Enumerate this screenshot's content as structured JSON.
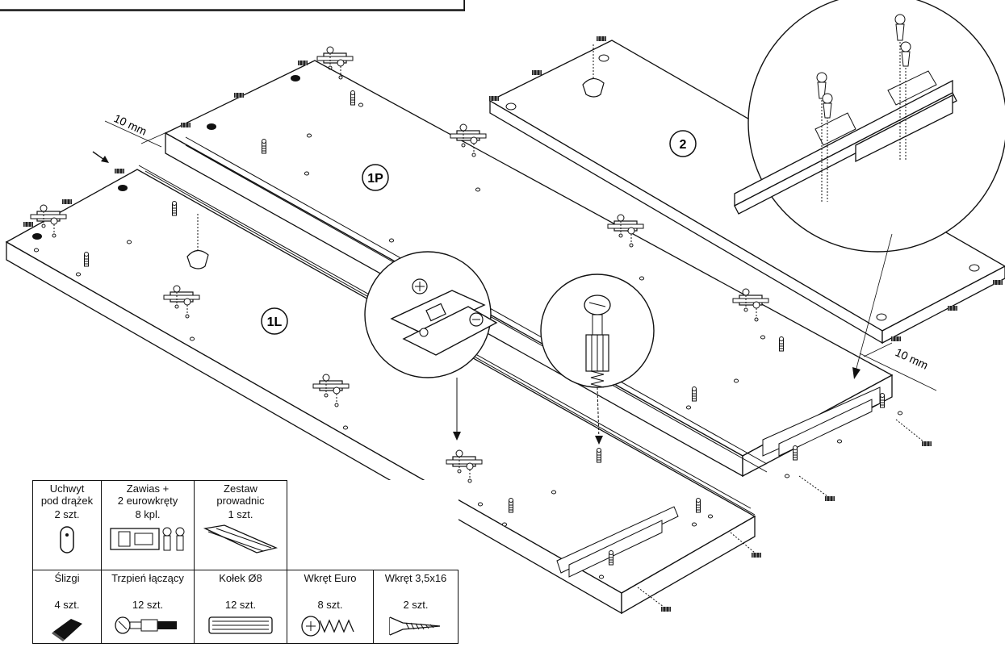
{
  "panels": {
    "left": "1L",
    "right": "1P",
    "back": "2"
  },
  "dimensions": {
    "offset_left": "10 mm",
    "offset_right": "10 mm"
  },
  "parts": [
    {
      "name": "Uchwyt\npod drążek",
      "qty": "2 szt.",
      "icon": "rod-holder-icon"
    },
    {
      "name": "Zawias +\n2 eurowkręty",
      "qty": "8 kpl.",
      "icon": "hinge-icon"
    },
    {
      "name": "Zestaw\nprowadnic",
      "qty": "1 szt.",
      "icon": "drawer-runner-icon"
    },
    {
      "name": "Ślizgi",
      "qty": "4 szt.",
      "icon": "glide-icon"
    },
    {
      "name": "Trzpień łączący",
      "qty": "12 szt.",
      "icon": "connector-bolt-icon"
    },
    {
      "name": "Kołek Ø8",
      "qty": "12 szt.",
      "icon": "dowel-icon"
    },
    {
      "name": "Wkręt Euro",
      "qty": "8 szt.",
      "icon": "euro-screw-icon"
    },
    {
      "name": "Wkręt 3,5x16",
      "qty": "2 szt.",
      "icon": "wood-screw-icon"
    }
  ]
}
